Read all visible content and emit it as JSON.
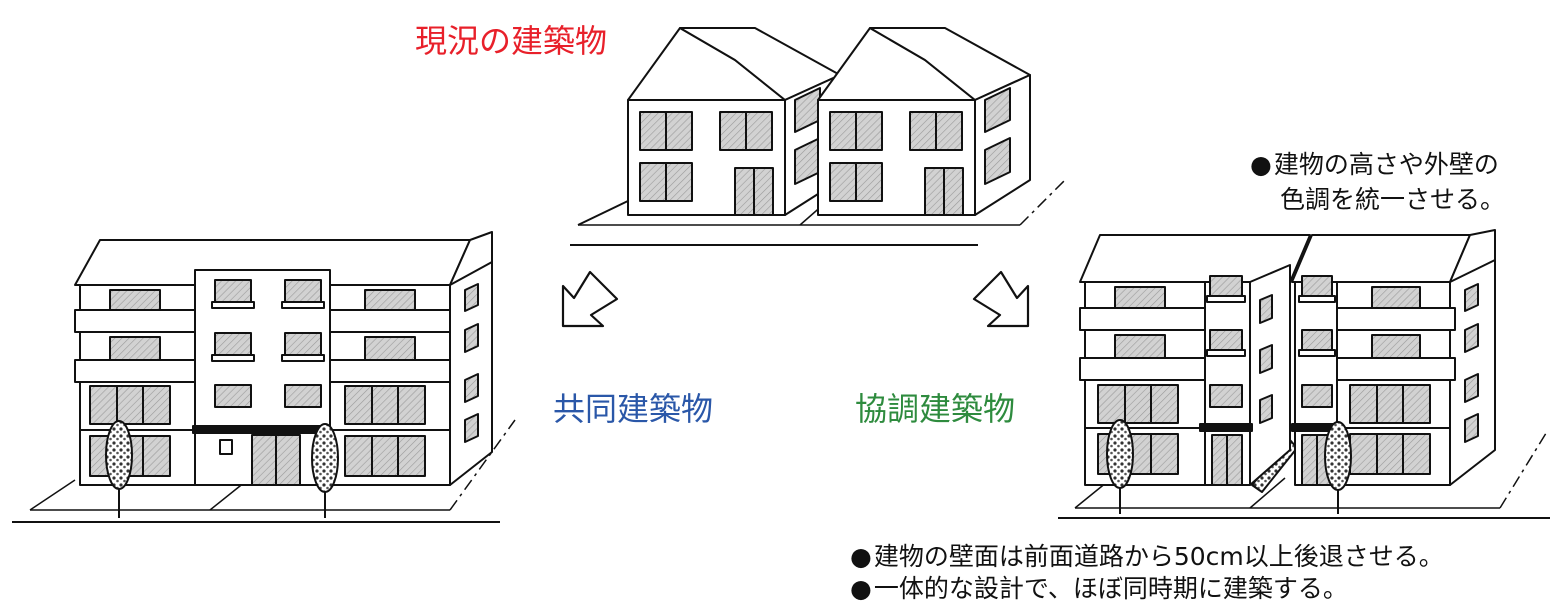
{
  "colors": {
    "current": "#e8202a",
    "joint": "#2a57a8",
    "cooperative": "#2e8b3e",
    "ink": "#111111",
    "window_fill": "#cfcfcf"
  },
  "labels": {
    "current": "現況の建築物",
    "joint": "共同建築物",
    "cooperative": "協調建築物"
  },
  "notes": {
    "bullet": "●",
    "uniform_height": "建物の高さや外壁の",
    "uniform_color": "色調を統一させる。",
    "setback": "建物の壁面は前面道路から50cm以上後退させる。",
    "design": "一体的な設計で、ほぼ同時期に建築する。"
  },
  "icons": {
    "arrow_left": "arrow-down-left-icon",
    "arrow_right": "arrow-down-right-icon"
  }
}
